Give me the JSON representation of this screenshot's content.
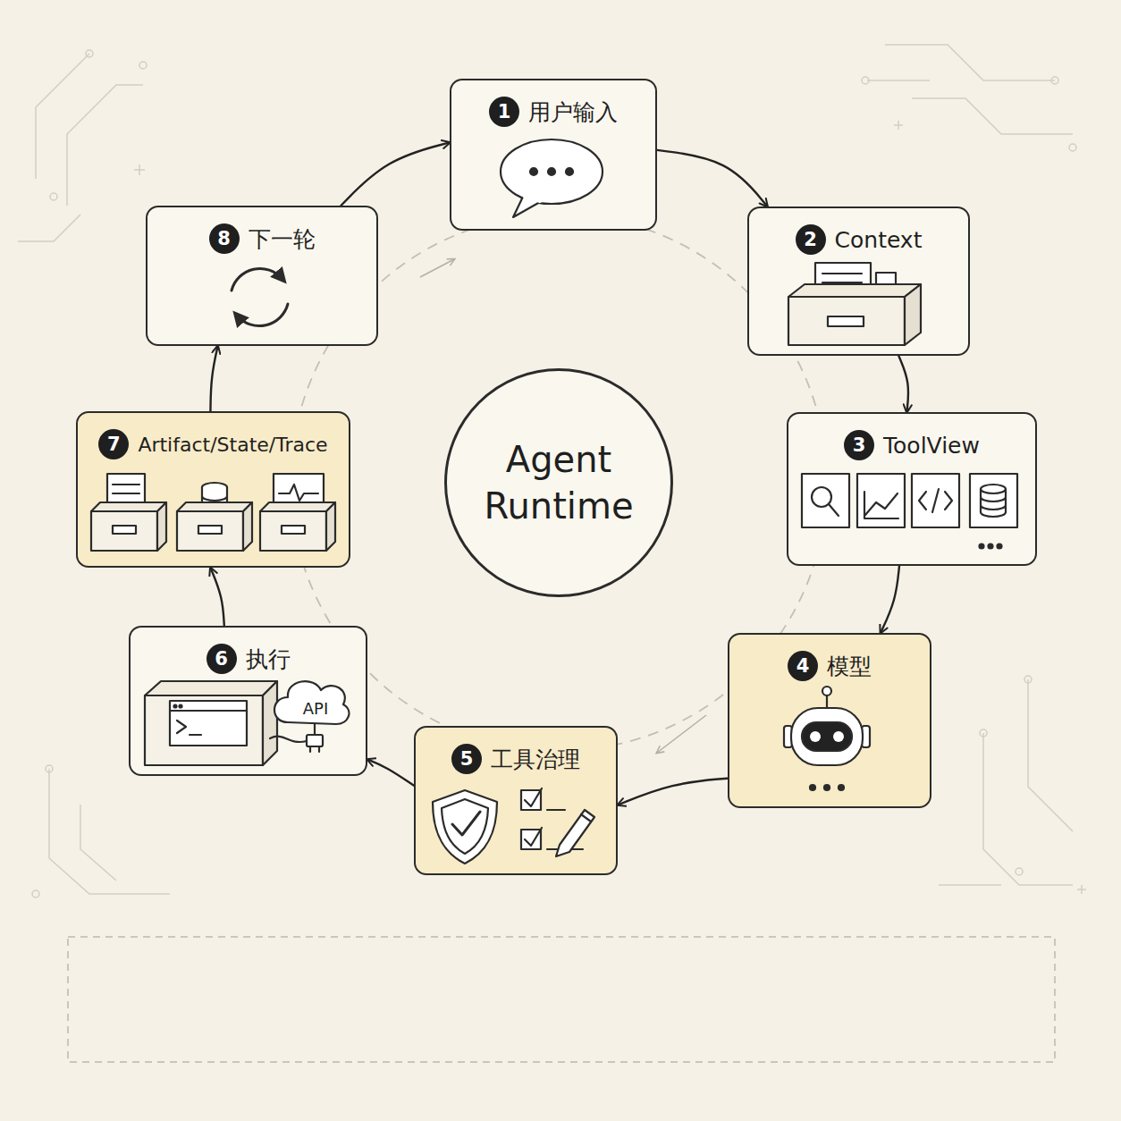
{
  "diagram": {
    "nodes": [
      {
        "text": [
          "1",
          "用户输入"
        ]
      },
      {
        "text": [
          "2",
          "Context"
        ]
      },
      {
        "text": [
          "3",
          "ToolView"
        ]
      },
      {
        "text": [
          "4",
          "模型"
        ]
      },
      {
        "text": [
          "5",
          "工具治理"
        ]
      },
      {
        "text": [
          "6",
          "执行"
        ]
      },
      {
        "text": [
          "7",
          "Artifact/State/Trace"
        ]
      },
      {
        "text": [
          "8",
          "下一轮"
        ]
      },
      {
        "text": [
          "Agent Runtime"
        ]
      }
    ],
    "edges": [
      {
        "from": 0,
        "to": 1,
        "arrow": "to"
      },
      {
        "from": 1,
        "to": 2,
        "arrow": "to"
      },
      {
        "from": 2,
        "to": 3,
        "arrow": "to"
      },
      {
        "from": 3,
        "to": 4,
        "arrow": "to"
      },
      {
        "from": 4,
        "to": 5,
        "arrow": "to"
      },
      {
        "from": 5,
        "to": 6,
        "arrow": "to"
      },
      {
        "from": 6,
        "to": 7,
        "arrow": "to"
      },
      {
        "from": 7,
        "to": 0,
        "arrow": "to"
      }
    ],
    "labels": [
      "API"
    ]
  }
}
